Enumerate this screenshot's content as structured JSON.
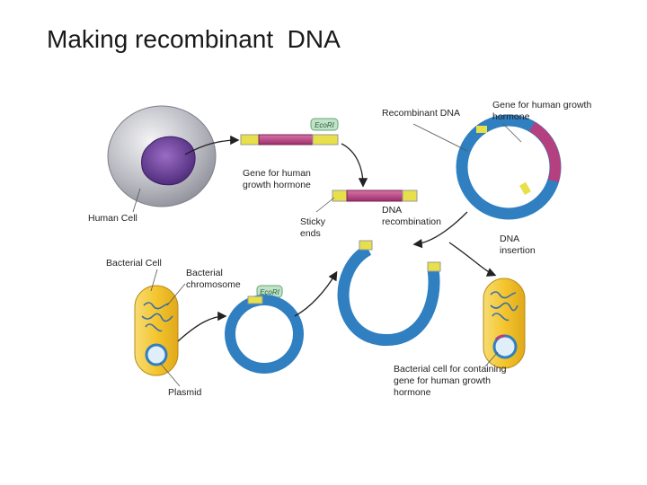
{
  "title": "Making recombinant  DNA",
  "labels": {
    "recombinant_dna": "Recombinant DNA",
    "gene_top_right": "Gene for human growth hormone",
    "gene_mid": "Gene for human growth hormone",
    "human_cell": "Human Cell",
    "sticky_ends": "Sticky ends",
    "dna_recombination": "DNA recombination",
    "dna_insertion": "DNA insertion",
    "bacterial_cell": "Bacterial Cell",
    "bacterial_chromosome": "Bacterial chromosome",
    "plasmid": "Plasmid",
    "bacterial_cell_containing": "Bacterial cell for containing gene for human growth hormone"
  },
  "enzyme_tags": {
    "top": "EcoRI",
    "bottom": "EcoRI"
  },
  "colors": {
    "plasmid_blue": "#2f7fc1",
    "gene_magenta": "#b5407f",
    "sticky_yellow": "#e8e04a",
    "bacterium_yellow": "#f2c12e",
    "nucleus_purple": "#6a3d9a",
    "enzyme_green": "#bfe3c6"
  }
}
